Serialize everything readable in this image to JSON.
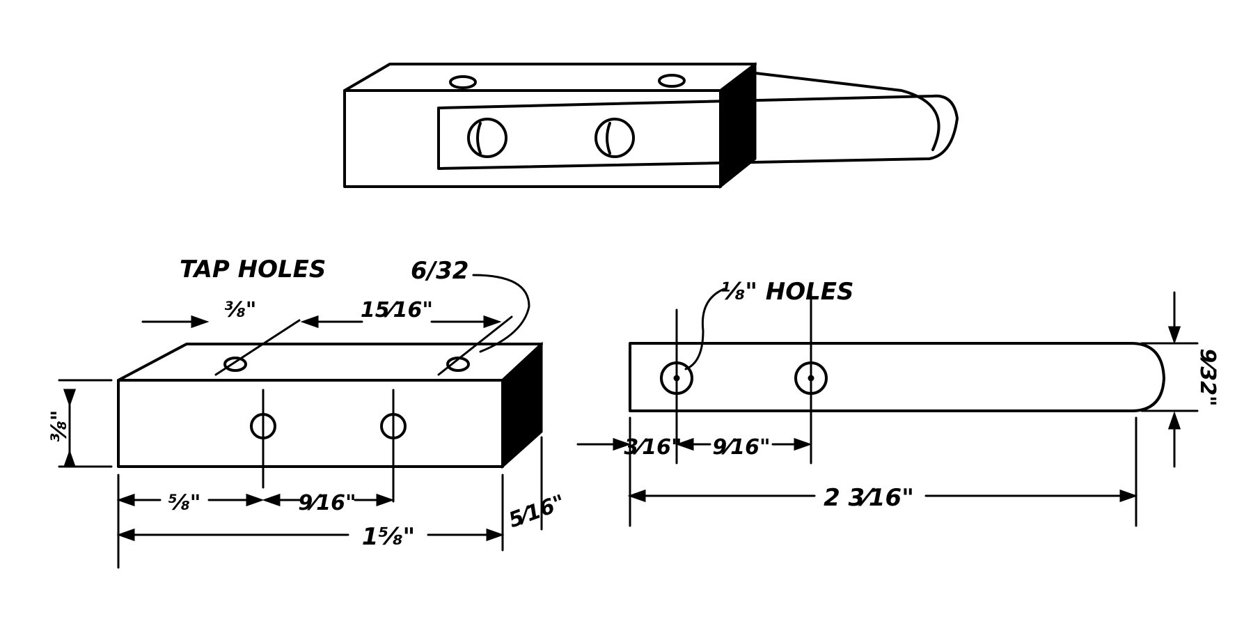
{
  "labels": {
    "tap_holes": "TAP HOLES",
    "tap_size": "6/32",
    "eighth_holes": "⅛\" HOLES"
  },
  "block_dims": {
    "top_offset_3_8": "⅜\"",
    "top_spacing_15_16": "15⁄16\"",
    "height_3_8": "⅜\"",
    "from_end_5_8": "⅝\"",
    "hole_spacing_9_16": "9⁄16\"",
    "length_1_5_8": "1⅝\"",
    "depth_5_16": "5⁄16\""
  },
  "strip_dims": {
    "from_end_3_16": "3⁄16\"",
    "hole_spacing_9_16": "9⁄16\"",
    "length_2_3_16": "2 3⁄16\"",
    "width_9_32": "9⁄32\""
  }
}
